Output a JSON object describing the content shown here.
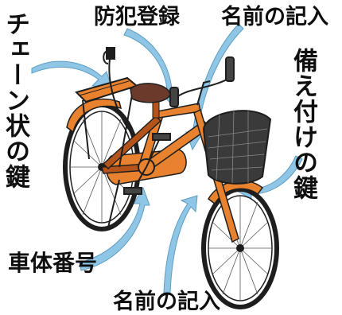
{
  "labels": {
    "chain_lock": "チェーン状の鍵",
    "built_in_lock": "備え付けの鍵",
    "anti_theft_registration": "防犯登録",
    "name_entry_top": "名前の記入",
    "frame_number": "車体番号",
    "name_entry_bottom": "名前の記入"
  },
  "colors": {
    "frame": "#e8822e",
    "frame_dark": "#b5541a",
    "outline": "#1e1e1e",
    "arrow": "#8fc6e6",
    "saddle": "#6b3a2a",
    "basket": "#3a3a3a"
  }
}
